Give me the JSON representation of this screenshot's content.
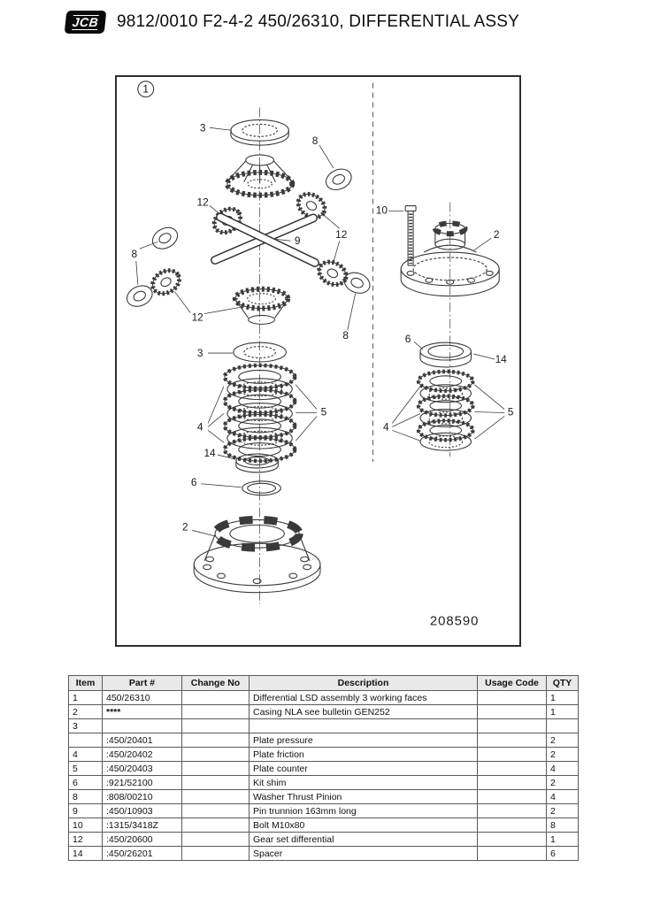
{
  "header": {
    "logo_text": "JCB",
    "title": "9812/0010 F2-4-2 450/26310, DIFFERENTIAL ASSY"
  },
  "diagram": {
    "figure_ref": "1",
    "drawing_number": "208590",
    "callouts": [
      "3",
      "8",
      "12",
      "9",
      "12",
      "8",
      "12",
      "8",
      "3",
      "4",
      "5",
      "14",
      "6",
      "2",
      "10",
      "2",
      "6",
      "14",
      "4",
      "5"
    ]
  },
  "table": {
    "headers": [
      "Item",
      "Part #",
      "Change No",
      "Description",
      "Usage Code",
      "QTY"
    ],
    "rows": [
      {
        "item": "1",
        "part": "450/26310",
        "change": "",
        "description": "Differential LSD assembly 3 working faces",
        "usage": "",
        "qty": "1"
      },
      {
        "item": "2",
        "part": "****",
        "change": "",
        "description": "Casing NLA see bulletin GEN252",
        "usage": "",
        "qty": "1"
      },
      {
        "item": "3",
        "part": "",
        "change": "",
        "description": "",
        "usage": "",
        "qty": ""
      },
      {
        "item": "",
        "part": ":450/20401",
        "change": "",
        "description": "Plate pressure",
        "usage": "",
        "qty": "2"
      },
      {
        "item": "4",
        "part": ":450/20402",
        "change": "",
        "description": "Plate friction",
        "usage": "",
        "qty": "2"
      },
      {
        "item": "5",
        "part": ":450/20403",
        "change": "",
        "description": "Plate counter",
        "usage": "",
        "qty": "4"
      },
      {
        "item": "6",
        "part": ":921/52100",
        "change": "",
        "description": "Kit shim",
        "usage": "",
        "qty": "2"
      },
      {
        "item": "8",
        "part": ":808/00210",
        "change": "",
        "description": "Washer Thrust Pinion",
        "usage": "",
        "qty": "4"
      },
      {
        "item": "9",
        "part": ":450/10903",
        "change": "",
        "description": "Pin trunnion 163mm long",
        "usage": "",
        "qty": "2"
      },
      {
        "item": "10",
        "part": ":1315/3418Z",
        "change": "",
        "description": "Bolt M10x80",
        "usage": "",
        "qty": "8"
      },
      {
        "item": "12",
        "part": ":450/20600",
        "change": "",
        "description": "Gear set differential",
        "usage": "",
        "qty": "1"
      },
      {
        "item": "14",
        "part": ":450/26201",
        "change": "",
        "description": "Spacer",
        "usage": "",
        "qty": "6"
      }
    ]
  }
}
